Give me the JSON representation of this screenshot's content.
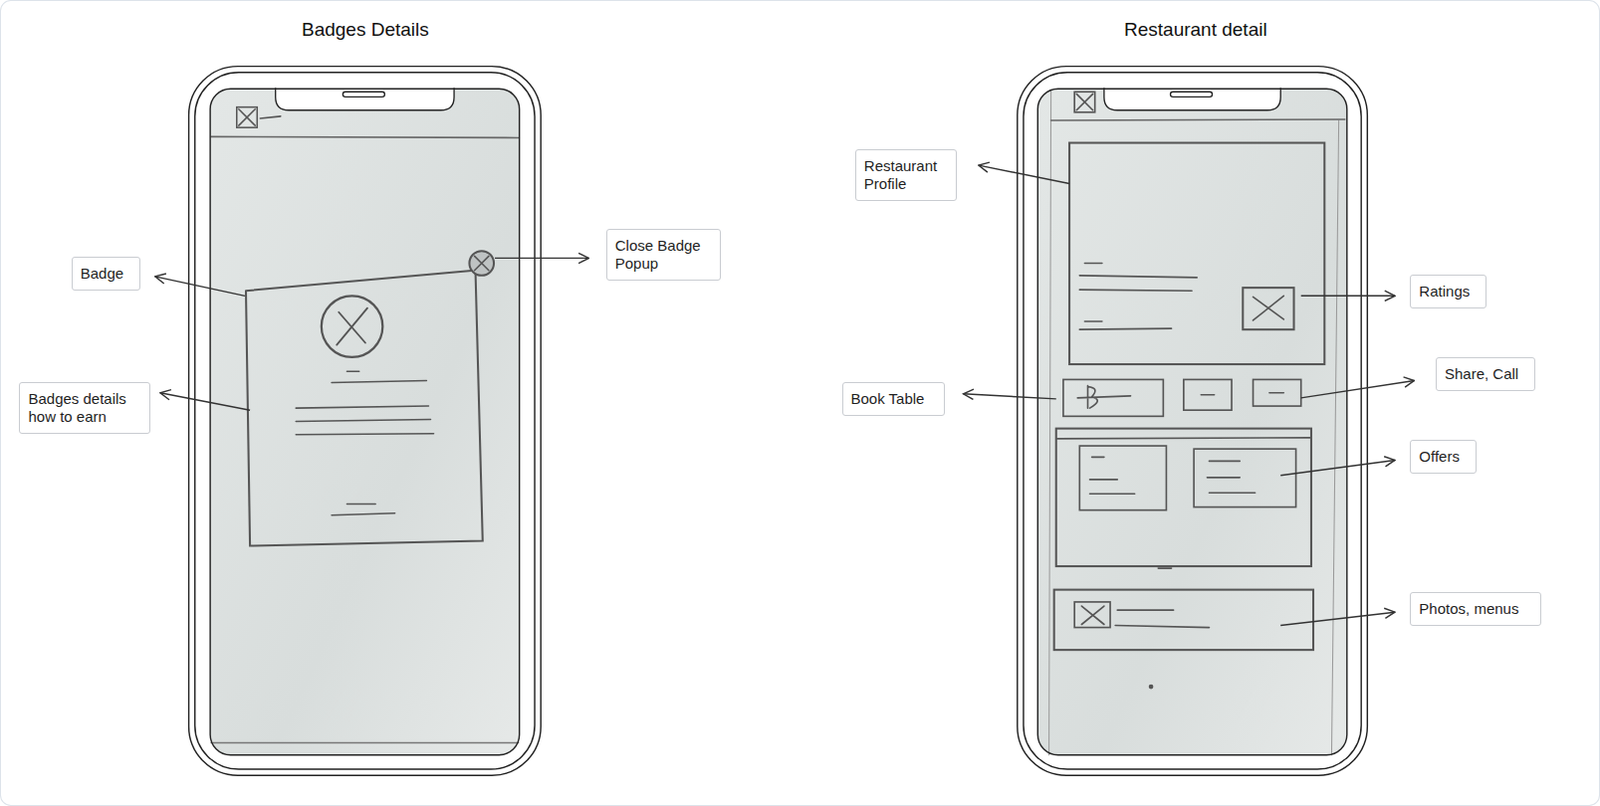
{
  "diagram": {
    "nodes": [
      {
        "text": [
          "Close Badge Popup"
        ]
      },
      {
        "text": [
          "Badge"
        ]
      },
      {
        "text": [
          "Badges details how to earn"
        ]
      },
      {
        "text": [
          "Restaurant Profile"
        ]
      },
      {
        "text": [
          "Ratings"
        ]
      },
      {
        "text": [
          "Share, Call"
        ]
      },
      {
        "text": [
          "Book Table"
        ]
      },
      {
        "text": [
          "Offers"
        ]
      },
      {
        "text": [
          "Photos, menus"
        ]
      }
    ],
    "labels": [
      "Badges Details",
      "Restaurant detail"
    ]
  }
}
